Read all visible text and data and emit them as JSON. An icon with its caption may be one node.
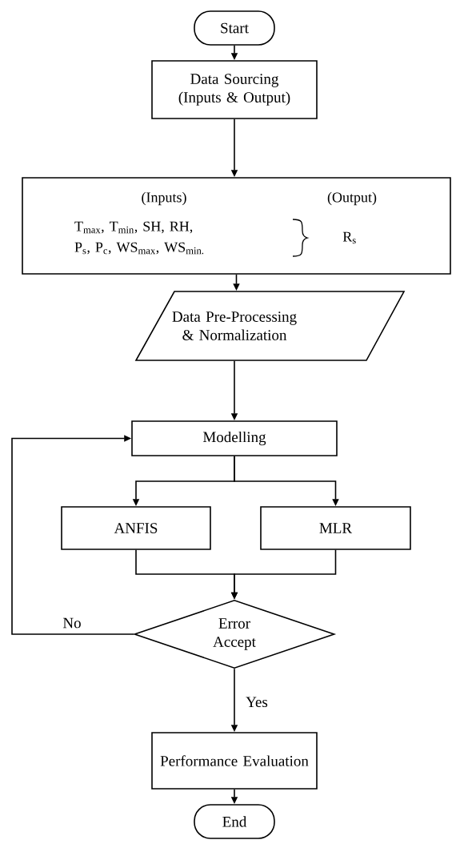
{
  "diagram": {
    "nodes": [
      {
        "text": [
          "Start"
        ]
      },
      {
        "text": [
          "Data Sourcing (Inputs & Output)"
        ]
      },
      {
        "text": [
          "(Inputs)",
          "(Output)",
          "T$_{max}$, T$_{min}$, SH, RH, P$_{s}$, P$_{c}$, WS$_{max}$, WS$_{min.}$",
          "R$_{s}$"
        ]
      },
      {
        "text": [
          "Data Pre-Processing & Normalization"
        ]
      },
      {
        "text": [
          "Modelling"
        ]
      },
      {
        "text": [
          "ANFIS"
        ]
      },
      {
        "text": [
          "MLR"
        ]
      },
      {
        "text": [
          "Error Accept"
        ]
      },
      {
        "text": [
          "Performance Evaluation"
        ]
      },
      {
        "text": [
          "End"
        ]
      }
    ],
    "edges": [
      {
        "from": 0,
        "to": 1,
        "arrow": "to"
      },
      {
        "from": 1,
        "to": 2,
        "arrow": "to"
      },
      {
        "from": 2,
        "to": 3,
        "arrow": "to"
      },
      {
        "from": 3,
        "to": 4,
        "arrow": "to"
      },
      {
        "from": 4,
        "to": 5,
        "arrow": "to"
      },
      {
        "from": 4,
        "to": 6,
        "arrow": "to"
      },
      {
        "from": 5,
        "to": 7,
        "arrow": "to"
      },
      {
        "from": 6,
        "to": 7,
        "arrow": "to"
      },
      {
        "from": 7,
        "to": 4,
        "arrow": "to",
        "label": "No"
      },
      {
        "from": 7,
        "to": 8,
        "arrow": "to",
        "label": "Yes"
      },
      {
        "from": 8,
        "to": 9,
        "arrow": "to"
      }
    ]
  }
}
